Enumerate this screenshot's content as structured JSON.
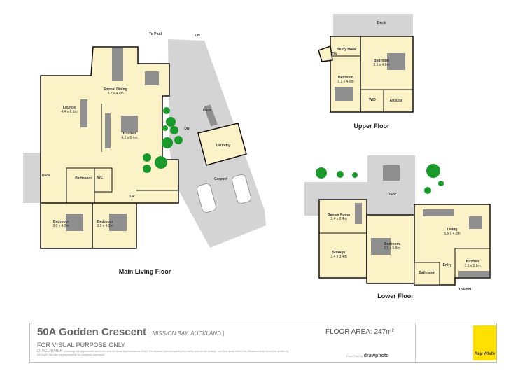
{
  "floors": {
    "main": {
      "title": "Main Living Floor",
      "rooms": [
        {
          "name": "Lounge",
          "size": "4.4 x 6.8m"
        },
        {
          "name": "Formal Dining",
          "size": "3.2 x 4.4m"
        },
        {
          "name": "Kitchen",
          "size": "4.0 x 6.4m"
        },
        {
          "name": "Deck",
          "size": ""
        },
        {
          "name": "Laundry",
          "size": ""
        },
        {
          "name": "Carport",
          "size": ""
        },
        {
          "name": "Deck",
          "size": ""
        },
        {
          "name": "Bathroom",
          "size": ""
        },
        {
          "name": "WC",
          "size": ""
        },
        {
          "name": "Bedroom",
          "size": "3.0 x 4.2m"
        },
        {
          "name": "Bedroom",
          "size": "3.1 x 4.2m"
        }
      ],
      "markers": {
        "to_pool": "To Pool",
        "dn_top": "DN",
        "dn_stairs": "DN",
        "up": "UP"
      }
    },
    "upper": {
      "title": "Upper  Floor",
      "rooms": [
        {
          "name": "Deck",
          "size": ""
        },
        {
          "name": "Study Nook",
          "size": ""
        },
        {
          "name": "Bedroom",
          "size": "3.9 x 4.6m"
        },
        {
          "name": "Bedroom",
          "size": "2.1 x 4.0m"
        },
        {
          "name": "W/D",
          "size": ""
        },
        {
          "name": "Ensuite",
          "size": ""
        }
      ],
      "markers": {
        "dn": "DN"
      }
    },
    "lower": {
      "title": "Lower Floor",
      "rooms": [
        {
          "name": "Deck",
          "size": ""
        },
        {
          "name": "Games Room",
          "size": "3.4 x 2.4m"
        },
        {
          "name": "Storage",
          "size": "3.4 x 3.4m"
        },
        {
          "name": "Bedroom",
          "size": "3.5 x 5.8m"
        },
        {
          "name": "Living",
          "size": "5.5 x 4.0m"
        },
        {
          "name": "Kitchen",
          "size": "2.5 x 2.6m"
        },
        {
          "name": "Bathroom",
          "size": ""
        },
        {
          "name": "Entry",
          "size": ""
        }
      ],
      "markers": {
        "to_pool": "To Pool"
      }
    }
  },
  "info": {
    "address": "50A Godden Crescent",
    "suburb": "| MISSION BAY, AUCKLAND |",
    "floor_area": "FLOOR AREA: 247m²",
    "visual_note": "FOR VISUAL PURPOSE ONLY",
    "disclaimer_label": "DISCLAIMER",
    "disclaimer_text": "| Drawings are approximate and to be used for visual representations ONLY. We measure internal spaces (excl walls) and not the exterior - our floor areas reflect this. Measurements should be verified by the buyer. We take no responsibility for omissions and errors.",
    "credit_prefix": "Floor Plan by",
    "credit_brand": "drawphoto",
    "logo_text": "Ray White"
  },
  "colors": {
    "room": "#fbf2c8",
    "deck": "#d4d4d4",
    "wall": "#111111",
    "furniture": "#8f8f8f",
    "tree": "#1a9a2a",
    "logo": "#ffe000"
  }
}
